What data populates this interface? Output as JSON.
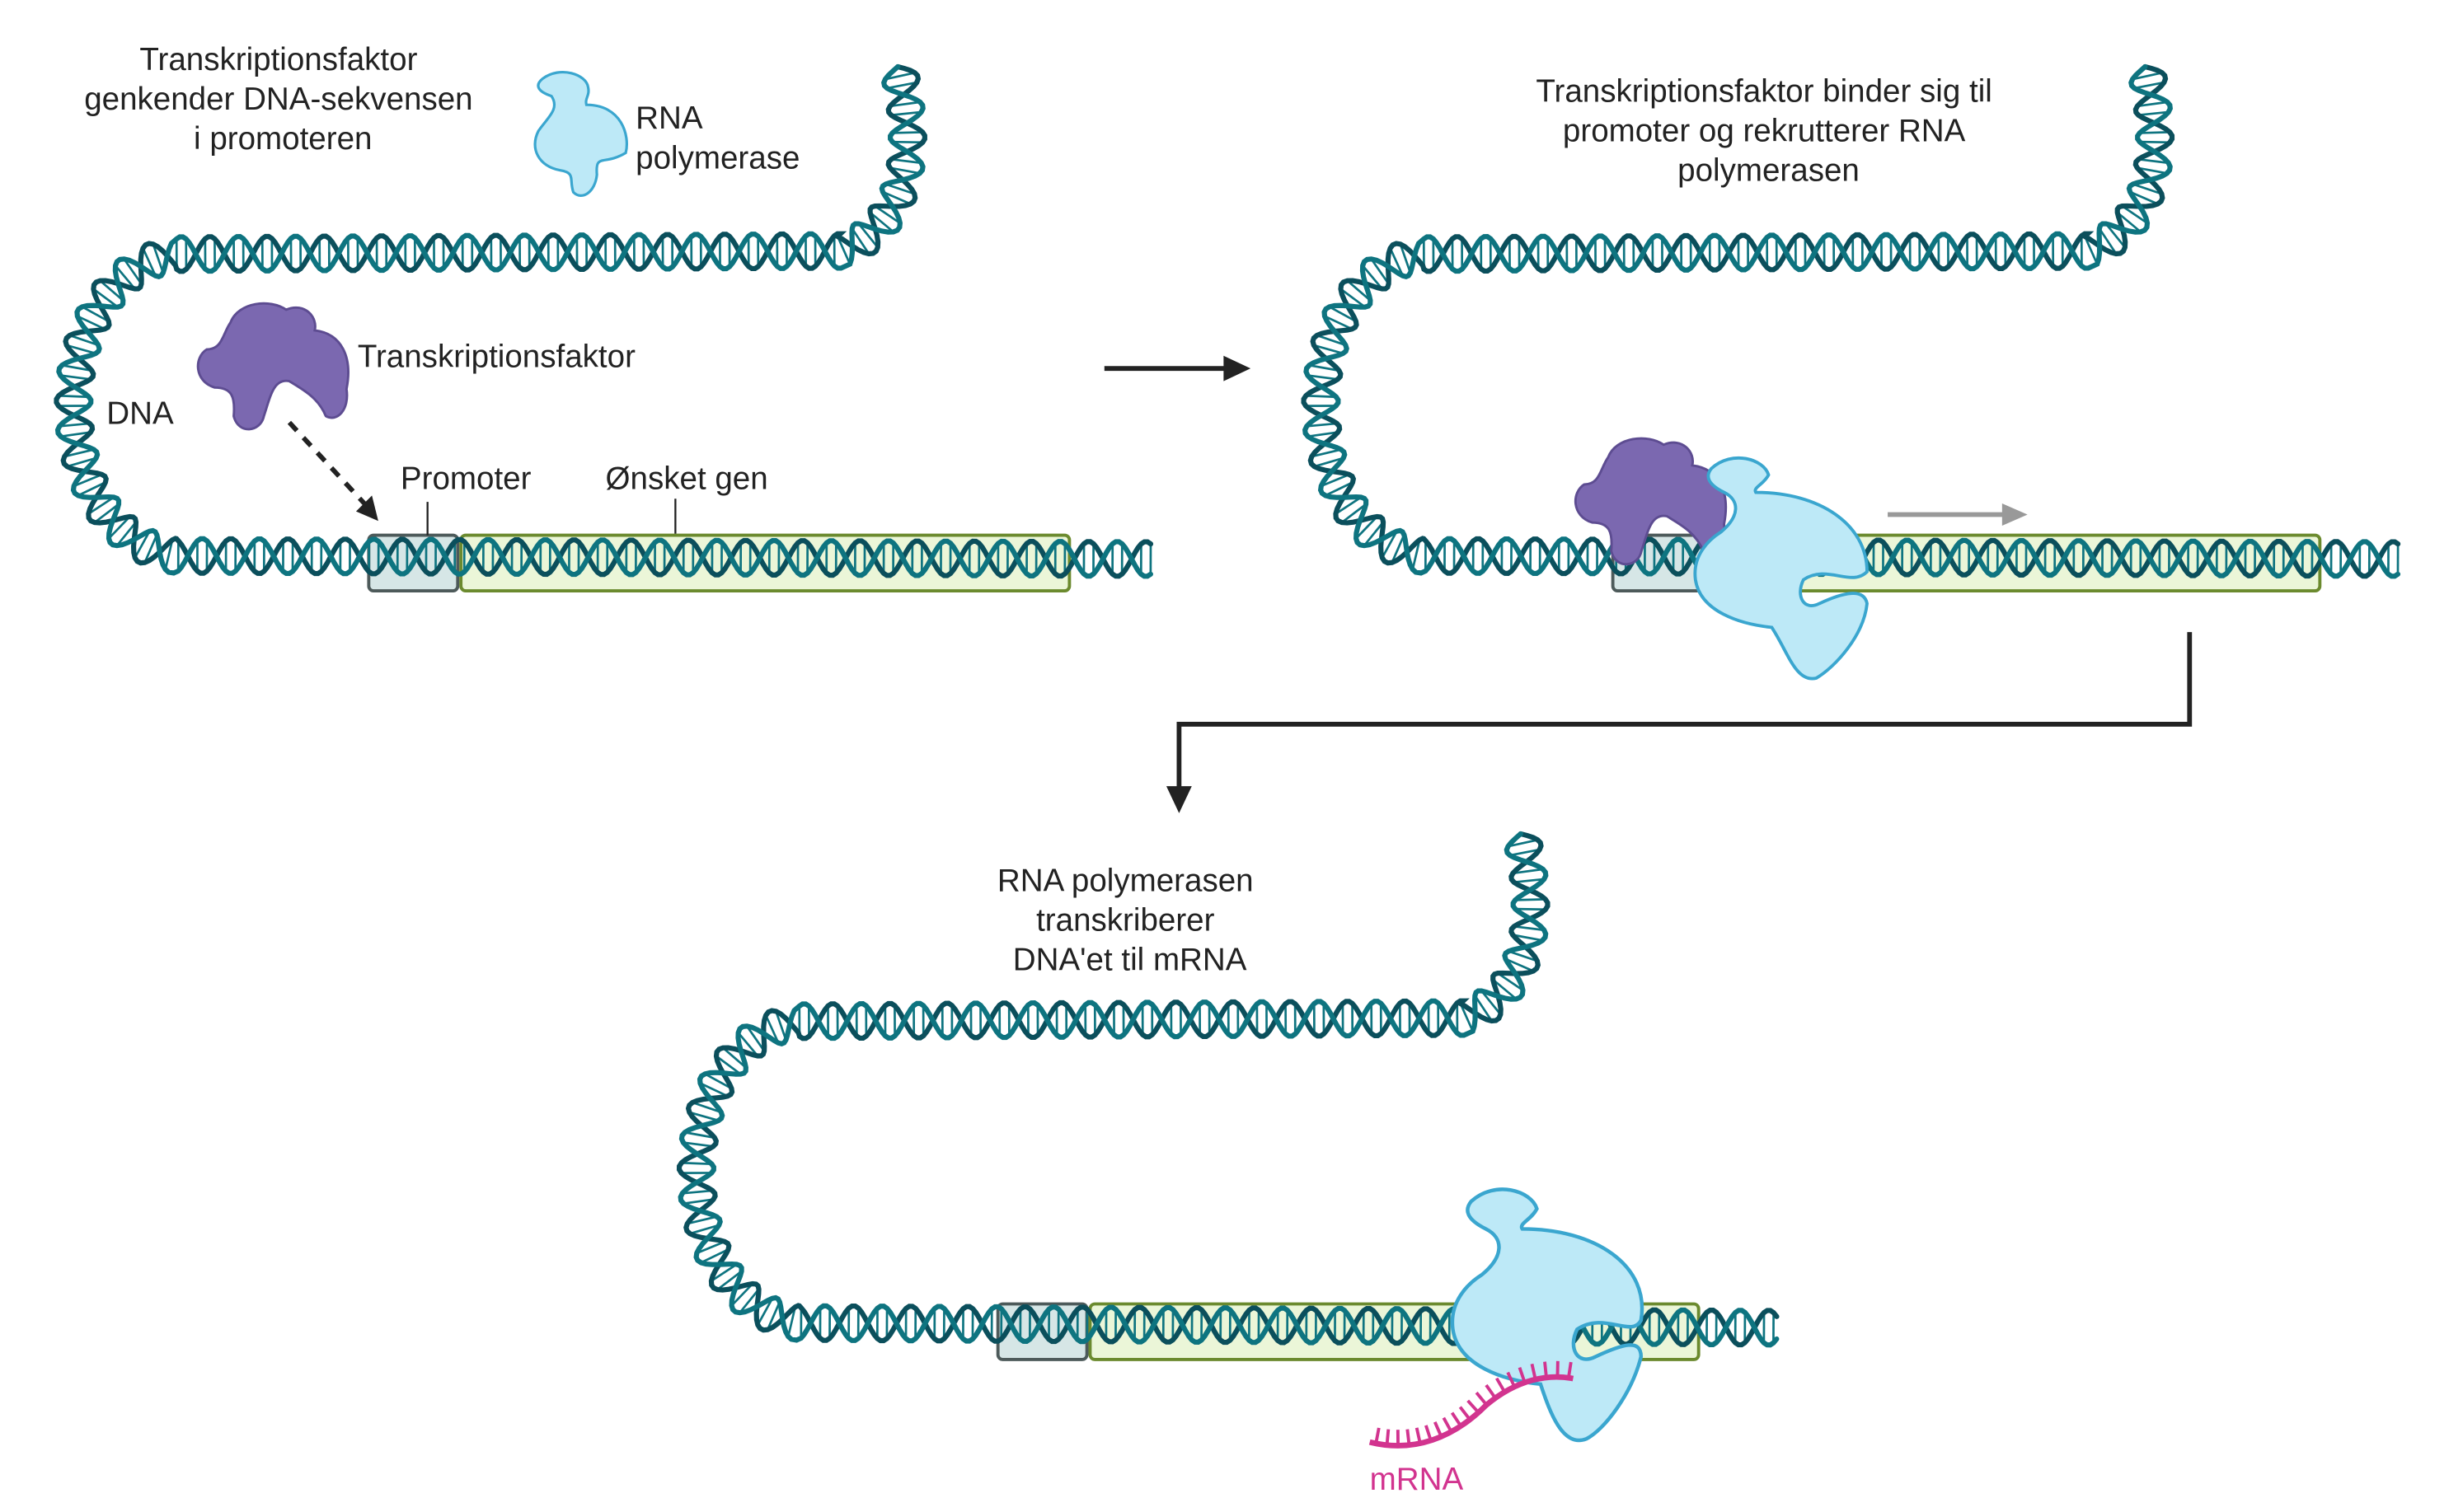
{
  "panel1": {
    "caption": [
      "Transkriptionsfaktor",
      "genkender DNA-sekvensen",
      "i promoteren"
    ],
    "rna_polymerase_label": [
      "RNA",
      "polymerase"
    ],
    "transcription_factor_label": "Transkriptionsfaktor",
    "dna_label": "DNA",
    "promoter_label": "Promoter",
    "gene_label": "Ønsket gen"
  },
  "panel2": {
    "caption": [
      "Transkriptionsfaktor binder sig til",
      "promoter og rekrutterer RNA",
      "polymerasen"
    ]
  },
  "panel3": {
    "caption": [
      "RNA polymerasen",
      "transkriberer",
      "DNA'et til mRNA"
    ],
    "mrna_label": "mRNA"
  },
  "colors": {
    "dna_strand_a": "#0e7480",
    "dna_strand_b": "#0b4f5c",
    "promoter_fill": "#d6e6e6",
    "gene_fill": "#ebf6d8",
    "gene_border": "#6b8a2e",
    "transcription_factor": "#7b68b0",
    "rna_polymerase": "#bde9f7",
    "mrna": "#d2348f"
  }
}
